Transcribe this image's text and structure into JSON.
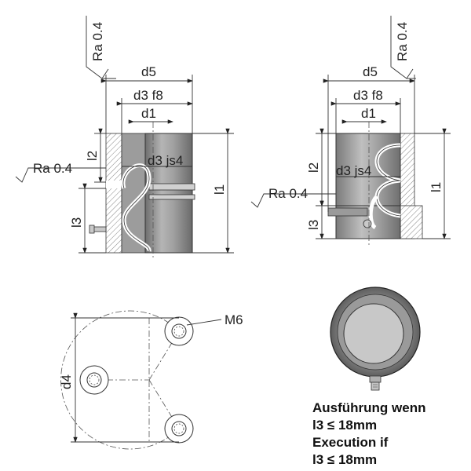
{
  "left_view": {
    "ra_top": "Ra 0.4",
    "ra_side": "Ra 0.4",
    "d5": "d5",
    "d3f8": "d3 f8",
    "d1": "d1",
    "d3js4": "d3 js4",
    "l1": "l1",
    "l2": "l2",
    "l3": "l3"
  },
  "right_view": {
    "ra_top": "Ra 0.4",
    "ra_side": "Ra 0.4",
    "d5": "d5",
    "d3f8": "d3 f8",
    "d1": "d1",
    "d3js4": "d3 js4",
    "l1": "l1",
    "l2": "l2",
    "l3": "l3"
  },
  "bottom_left": {
    "thread": "M6",
    "d4": "d4"
  },
  "bottom_right": {
    "note_line1": "Ausführung wenn",
    "note_line2": "l3 ≤ 18mm",
    "note_line3": "Execution if",
    "note_line4": "l3 ≤ 18mm"
  },
  "colors": {
    "body_gray": "#8a8a8a",
    "inner_gray": "#b8b8b8",
    "hatch": "#555555",
    "spring": "#ffffff"
  }
}
